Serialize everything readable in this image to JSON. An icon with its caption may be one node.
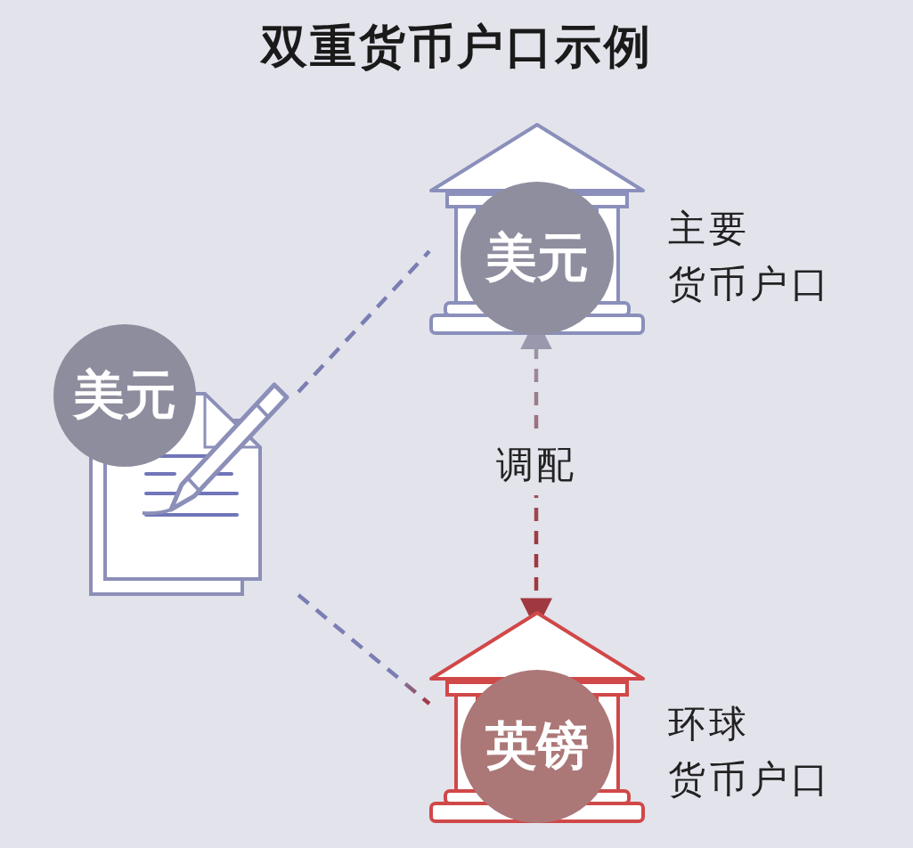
{
  "diagram": {
    "title": "双重货币户口示例",
    "nodes": [
      {
        "text": [
          "美元"
        ]
      },
      {
        "text": [
          "美元"
        ],
        "beside": [
          "主要货币户口"
        ]
      },
      {
        "text": [
          "英镑"
        ],
        "beside": [
          "环球货币户口"
        ]
      }
    ],
    "edges": [
      {
        "from": 0,
        "to": 1,
        "arrow": "none",
        "style": "dashed"
      },
      {
        "from": 0,
        "to": 2,
        "arrow": "none",
        "style": "dashed"
      },
      {
        "from": 1,
        "to": 2,
        "arrow": "both",
        "style": "dashed",
        "label": "调配",
        "color": "#a0393f"
      }
    ]
  }
}
